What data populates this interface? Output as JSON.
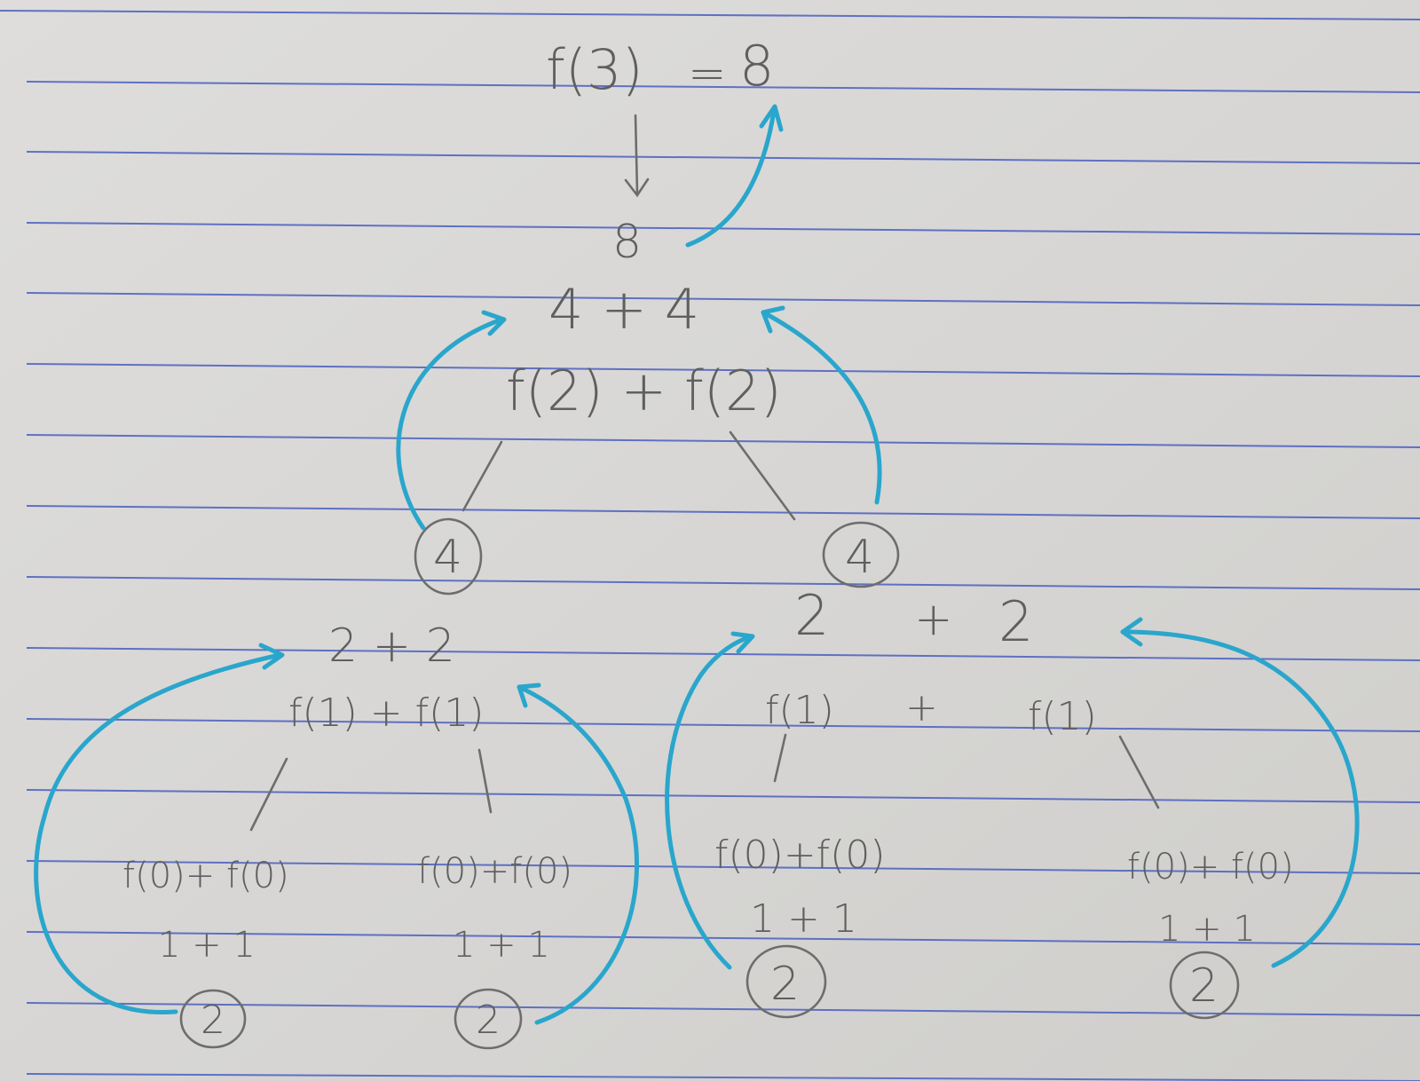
{
  "notebook": {
    "colors": {
      "paper": "#d9d8d6",
      "rule": "#4a5fc0",
      "pencil": "#5f5f5f",
      "arrow": "#2aa6cc"
    },
    "top": {
      "call": "f(3)",
      "equals": "=",
      "result": "8"
    },
    "level1": {
      "sum": "8",
      "addends": "4 + 4",
      "calls": "f(2) + f(2)"
    },
    "level2_left": {
      "circled": "4",
      "addends": "2 + 2",
      "calls": "f(1) + f(1)"
    },
    "level2_right": {
      "circled": "4",
      "addends_left": "2",
      "plus": "+",
      "addends_right": "2",
      "call_left": "f(1)",
      "call_right": "f(1)"
    },
    "leaves": [
      {
        "calls": "f(0)+ f(0)",
        "sum": "1 + 1",
        "circled": "2"
      },
      {
        "calls": "f(0)+f(0)",
        "sum": "1 + 1",
        "circled": "2"
      },
      {
        "calls": "f(0)+f(0)",
        "sum": "1 + 1",
        "circled": "2"
      },
      {
        "calls": "f(0)+ f(0)",
        "sum": "1 + 1",
        "circled": "2"
      }
    ]
  }
}
